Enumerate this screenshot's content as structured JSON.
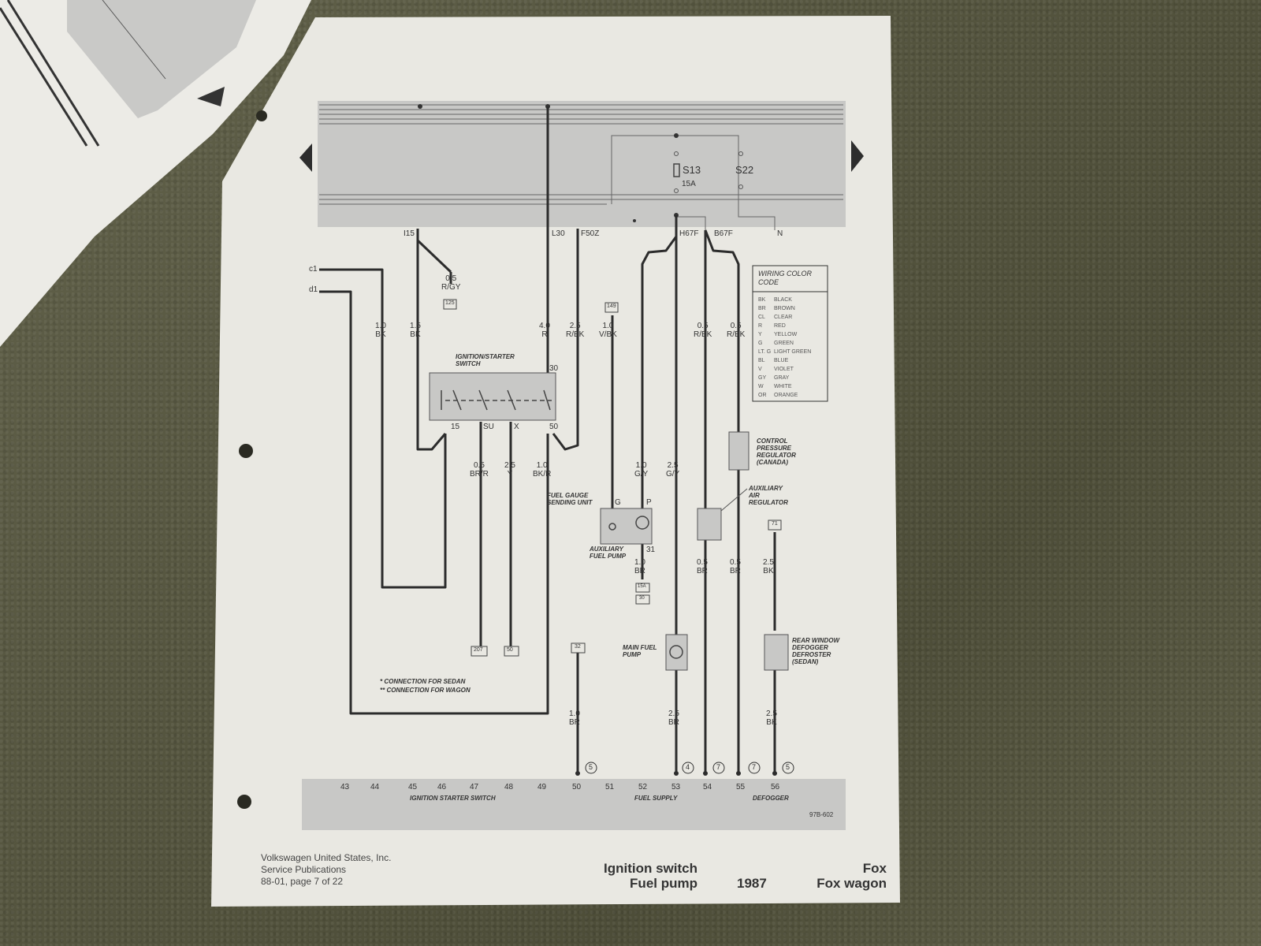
{
  "fuse_box": {
    "fuses": [
      {
        "id": "S13",
        "rating": "15A"
      },
      {
        "id": "S22"
      }
    ],
    "terminals": [
      "I15",
      "L30",
      "F50Z",
      "H67F",
      "B67F",
      "N"
    ]
  },
  "wires": {
    "w_ignition_feed": {
      "gauge": "0.5",
      "color": "R/GY"
    },
    "w_ignition_feed_ref": "125",
    "w_c1": "c1",
    "w_d1": "d1",
    "w1": {
      "gauge": "1.0",
      "color": "BK"
    },
    "w2": {
      "gauge": "1.5",
      "color": "BK"
    },
    "w3": {
      "gauge": "4.0",
      "color": "R"
    },
    "w4": {
      "gauge": "2.5",
      "color": "R/BK"
    },
    "w5": {
      "gauge": "1.0",
      "color": "V/BK"
    },
    "w5_ref": "149",
    "w6": {
      "gauge": "0.5",
      "color": "R/BK"
    },
    "w7": {
      "gauge": "0.5",
      "color": "R/BK"
    },
    "w8": {
      "gauge": "0.5",
      "color": "BR/R"
    },
    "w9": {
      "gauge": "2.5",
      "color": "Y"
    },
    "w10": {
      "gauge": "1.0",
      "color": "BK/R"
    },
    "w11": {
      "gauge": "1.0",
      "color": "G/Y"
    },
    "w12": {
      "gauge": "2.5",
      "color": "G/Y"
    },
    "w13": {
      "gauge": "1.0",
      "color": "BR"
    },
    "w14": {
      "gauge": "0.5",
      "color": "BR"
    },
    "w15": {
      "gauge": "0.5",
      "color": "BR"
    },
    "w16": {
      "gauge": "2.5",
      "color": "BK"
    },
    "w16_ref": "71",
    "w17": {
      "gauge": "1.0",
      "color": "BR"
    },
    "w17_ref": "32",
    "w18": {
      "gauge": "2.5",
      "color": "BR"
    },
    "w19": {
      "gauge": "2.5",
      "color": "BK"
    },
    "w8_ref": "207",
    "w9_ref": "50",
    "ground_refs": [
      "15A",
      "30"
    ]
  },
  "components": {
    "ignition_switch": {
      "label": "IGNITION/STARTER SWITCH",
      "terminals": [
        "30",
        "15",
        "SU",
        "X",
        "50"
      ]
    },
    "fuel_gauge": {
      "label": "FUEL GAUGE SENDING UNIT",
      "pins": [
        "G",
        "P",
        "31"
      ]
    },
    "aux_fuel_pump": {
      "label": "AUXILIARY FUEL PUMP"
    },
    "control_pressure_regulator": {
      "label": "CONTROL PRESSURE REGULATOR (CANADA)"
    },
    "aux_air_regulator": {
      "label": "AUXILIARY AIR REGULATOR"
    },
    "main_fuel_pump": {
      "label": "MAIN FUEL PUMP"
    },
    "rear_window_defogger": {
      "label": "REAR WINDOW DEFOGGER DEFROSTER (SEDAN)"
    }
  },
  "notes": {
    "sedan": "* CONNECTION FOR SEDAN",
    "wagon": "** CONNECTION FOR WAGON"
  },
  "wiring_color_code": {
    "title": "WIRING COLOR CODE",
    "entries": [
      [
        "BK",
        "BLACK"
      ],
      [
        "BR",
        "BROWN"
      ],
      [
        "CL",
        "CLEAR"
      ],
      [
        "R",
        "RED"
      ],
      [
        "Y",
        "YELLOW"
      ],
      [
        "G",
        "GREEN"
      ],
      [
        "LT. G",
        "LIGHT GREEN"
      ],
      [
        "BL",
        "BLUE"
      ],
      [
        "V",
        "VIOLET"
      ],
      [
        "GY",
        "GRAY"
      ],
      [
        "W",
        "WHITE"
      ],
      [
        "OR",
        "ORANGE"
      ]
    ]
  },
  "ground_markers": [
    "5",
    "4",
    "7",
    "7",
    "5"
  ],
  "track_numbers": [
    "43",
    "44",
    "45",
    "46",
    "47",
    "48",
    "49",
    "50",
    "51",
    "52",
    "53",
    "54",
    "55",
    "56"
  ],
  "sections": [
    "IGNITION STARTER SWITCH",
    "FUEL SUPPLY",
    "DEFOGGER"
  ],
  "diagram_code": "97B-602",
  "footer": {
    "publisher_line1": "Volkswagen United States, Inc.",
    "publisher_line2": "Service Publications",
    "publisher_line3": "88-01, page 7 of 22",
    "subject_line1": "Ignition switch",
    "subject_line2": "Fuel pump",
    "year": "1987",
    "model_line1": "Fox",
    "model_line2": "Fox wagon"
  }
}
